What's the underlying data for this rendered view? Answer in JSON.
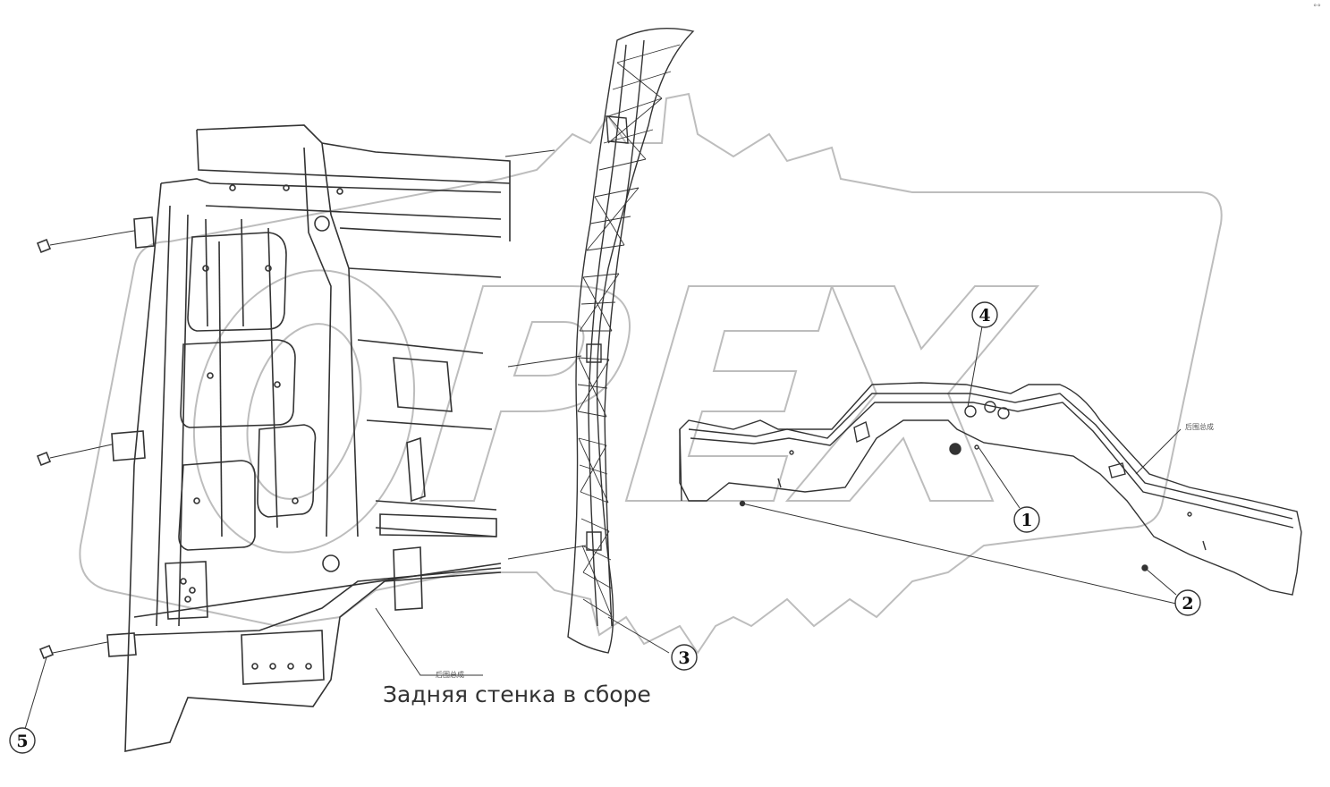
{
  "caption": "Задняя стенка в сборе",
  "note_left": "后围总成",
  "note_right": "后围总成",
  "watermark": "OPEX",
  "corner_mark": "°°",
  "callouts": [
    {
      "id": "1",
      "label": "1"
    },
    {
      "id": "2",
      "label": "2"
    },
    {
      "id": "3",
      "label": "3"
    },
    {
      "id": "4",
      "label": "4"
    },
    {
      "id": "5",
      "label": "5"
    }
  ],
  "colors": {
    "line": "#333333",
    "watermark": "#bdbdbd",
    "background": "#ffffff"
  }
}
